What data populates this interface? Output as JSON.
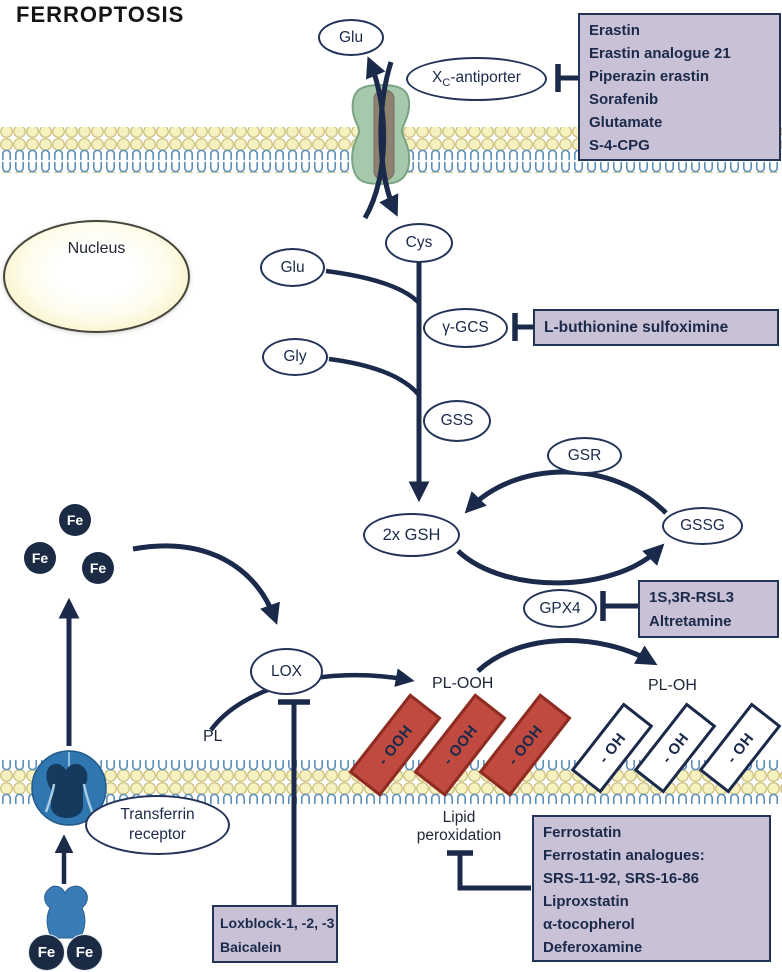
{
  "title": "FERROPTOSIS",
  "nodes": {
    "glu_top": "Glu",
    "xc_prefix": "X",
    "xc_sub": "C",
    "xc_suffix": "-antiporter",
    "cys": "Cys",
    "glu": "Glu",
    "gly": "Gly",
    "gamma_gcs": "γ-GCS",
    "gss": "GSS",
    "gsh": "2x GSH",
    "gsr": "GSR",
    "gssg": "GSSG",
    "gpx4": "GPX4",
    "lox": "LOX",
    "nucleus": "Nucleus",
    "transferrin_receptor_line1": "Transferrin",
    "transferrin_receptor_line2": "receptor"
  },
  "labels": {
    "pl": "PL",
    "pl_ooh": "PL-OOH",
    "pl_oh": "PL-OH",
    "lipid_line1": "Lipid",
    "lipid_line2": "peroxidation",
    "fe": "Fe",
    "ooh_tag": "- OOH",
    "oh_tag": "- OH"
  },
  "inhibitor_boxes": {
    "xc_inhibitors": {
      "lines": [
        "Erastin",
        "Erastin  analogue 21",
        "Piperazin erastin",
        "Sorafenib",
        "Glutamate",
        "S-4-CPG"
      ]
    },
    "gcs_inhibitor": {
      "lines": [
        "L-buthionine sulfoximine"
      ]
    },
    "gpx4_inhibitors": {
      "lines": [
        "1S,3R-RSL3",
        "Altretamine"
      ]
    },
    "lox_inhibitors": {
      "lines": [
        "Loxblock-1, -2, -3",
        "Baicalein"
      ]
    },
    "lipid_perox_inhibitors": {
      "lines": [
        "Ferrostatin",
        "Ferrostatin analogues:",
        "SRS-11-92,  SRS-16-86",
        "Liproxstatin",
        "α-tocopherol",
        "Deferoxamine"
      ]
    }
  },
  "colors": {
    "line_navy": "#1b2a4a",
    "box_purple": "#c9c1d6",
    "peroxide_red": "#c04a3f",
    "membrane_head_yellow": "#f6f1bf",
    "membrane_tail_blue": "#5b8fba",
    "channel_green": "#a7c9ab",
    "receptor_blue": "#3077b2",
    "iron_navy": "#1c2b44",
    "nucleus_cream": "#f8f3c9"
  }
}
